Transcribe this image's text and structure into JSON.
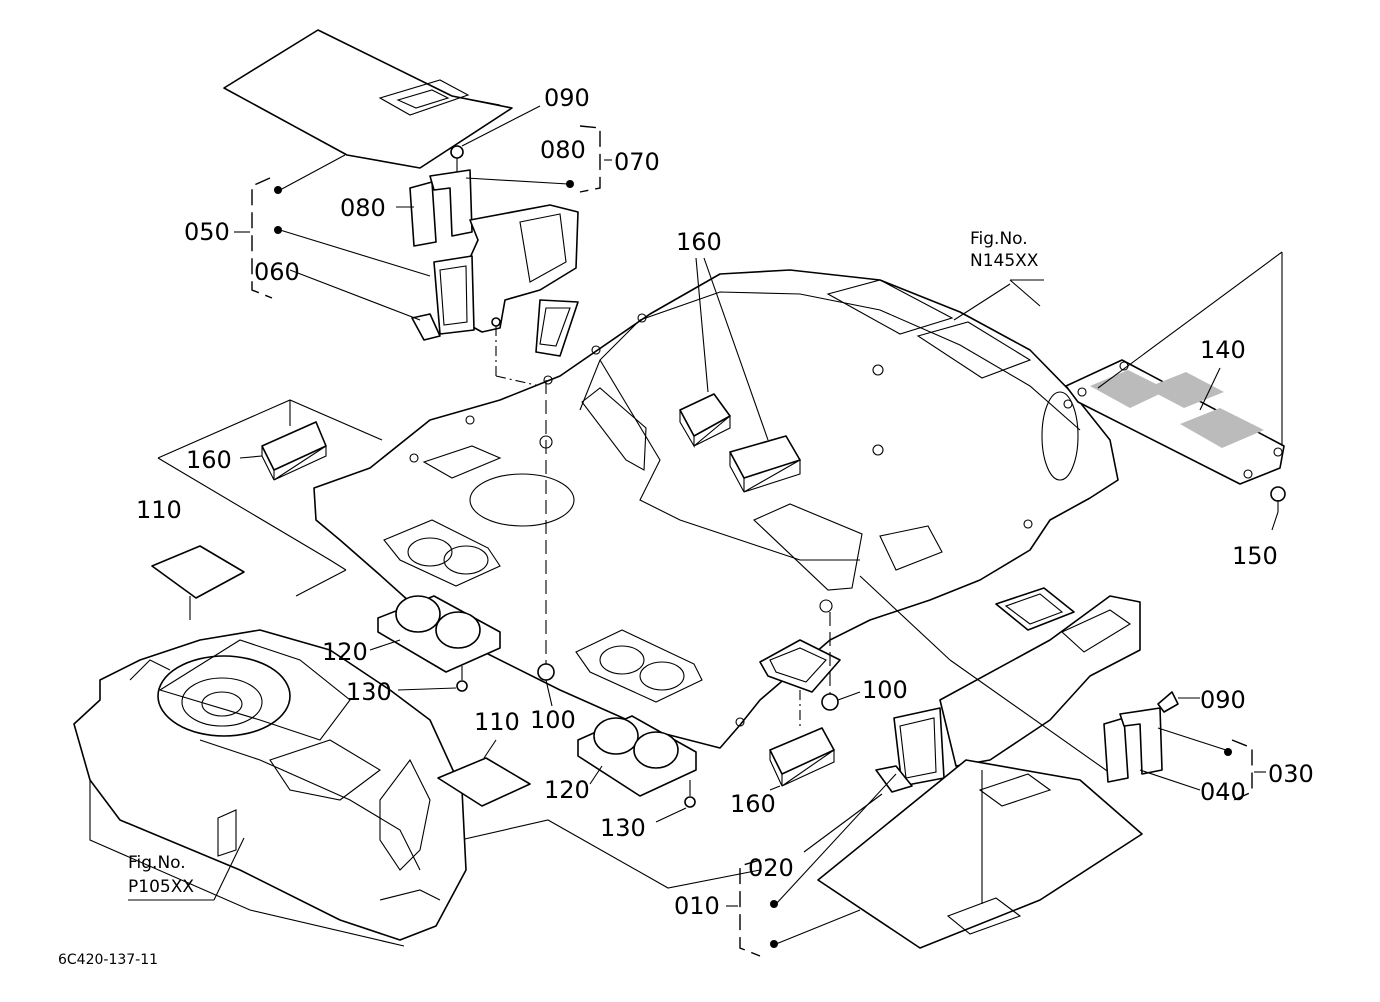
{
  "figure": {
    "code": "6C420-137-11",
    "fig_refs": [
      {
        "id": "ref-n145",
        "line1": "Fig.No.",
        "line2": "N145XX"
      },
      {
        "id": "ref-p105",
        "line1": "Fig.No.",
        "line2": "P105XX"
      }
    ],
    "labels": {
      "l090_top": "090",
      "l080_top": "080",
      "l070": "070",
      "l080_mid": "080",
      "l050": "050",
      "l060": "060",
      "l160_top": "160",
      "l160_left": "160",
      "l160_bottom": "160",
      "l110_top": "110",
      "l110_mid": "110",
      "l120_top": "120",
      "l120_bottom": "120",
      "l130_top": "130",
      "l130_bottom": "130",
      "l100_left": "100",
      "l100_right": "100",
      "l140": "140",
      "l150": "150",
      "l090_right": "090",
      "l040": "040",
      "l030": "030",
      "l020": "020",
      "l010": "010"
    }
  }
}
